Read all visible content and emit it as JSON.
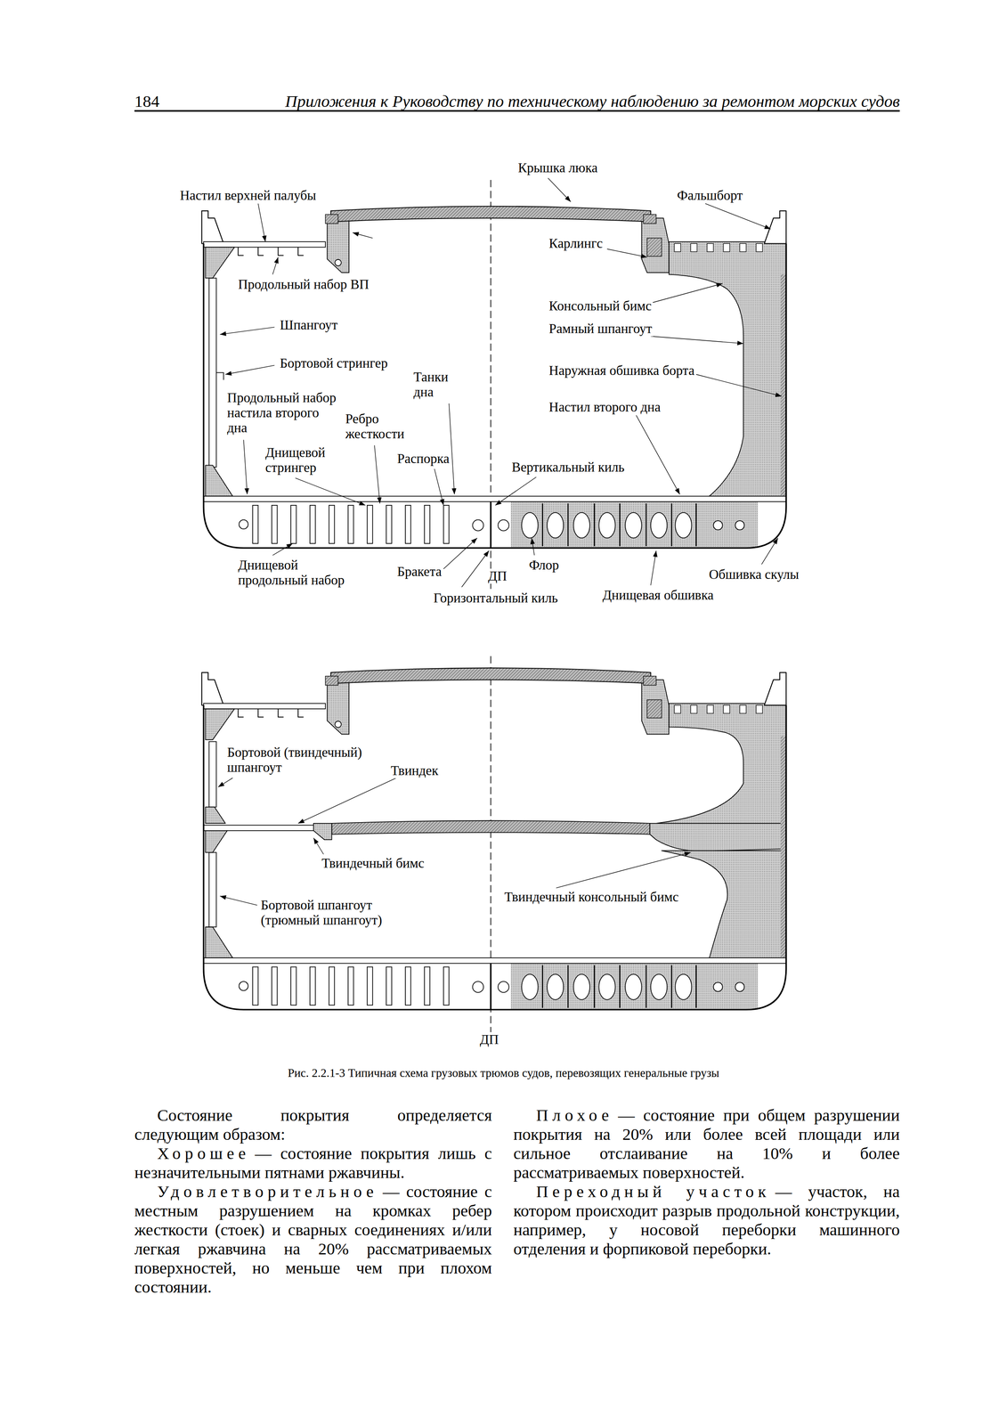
{
  "diagram": {
    "caption": "Рис. 2.2.1-3 Типичная схема грузовых трюмов судов, перевозящих генеральные грузы",
    "labels": [
      "184",
      "Приложения к Руководству по техническому наблюдению за ремонтом морских судов",
      "Крышка люка",
      "Настил верхней палубы",
      "Фальшборт",
      "Карлингс",
      "Продольный набор ВП",
      "Консольный бимс",
      "Шпангоут",
      "Рамный шпангоут",
      "Бортовой стрингер",
      "Наружная обшивка борта",
      "Танки дна",
      "Продольный набор настила второго дна",
      "Настил второго дна",
      "Ребро жесткости",
      "Днищевой стрингер",
      "Распорка",
      "Вертикальный киль",
      "Днищевой продольный набор",
      "Бракета",
      "ДП",
      "Флор",
      "Обшивка скулы",
      "Горизонтальный киль",
      "Днищевая обшивка",
      "Бортовой (твиндечный) шпангоут",
      "Твиндек",
      "Твиндечный бимс",
      "Твиндечный консольный бимс",
      "Бортовой шпангоут (трюмный шпангоут)",
      "ДП",
      "Состояние покрытия определяется следующим образом:",
      "Хорошее",
      "— состояние покрытия лишь с незначительными пятнами ржавчины.",
      "Удовлетворительное",
      "— состояние с местным разрушением на кромках ребер жесткости (стоек) и сварных соединениях и/или легкая ржавчина на 20% рассматриваемых поверхностей, но меньше чем при плохом состоянии.",
      "Плохое",
      "— состояние при общем разрушении покрытия на 20% или более всей площади или сильное отслаивание на 10% и более рассматриваемых поверхностей.",
      "Переходный участок",
      "— участок, на котором происходит разрыв продольной конструкции, например, у носовой переборки машинного отделения и форпиковой переборки."
    ]
  }
}
